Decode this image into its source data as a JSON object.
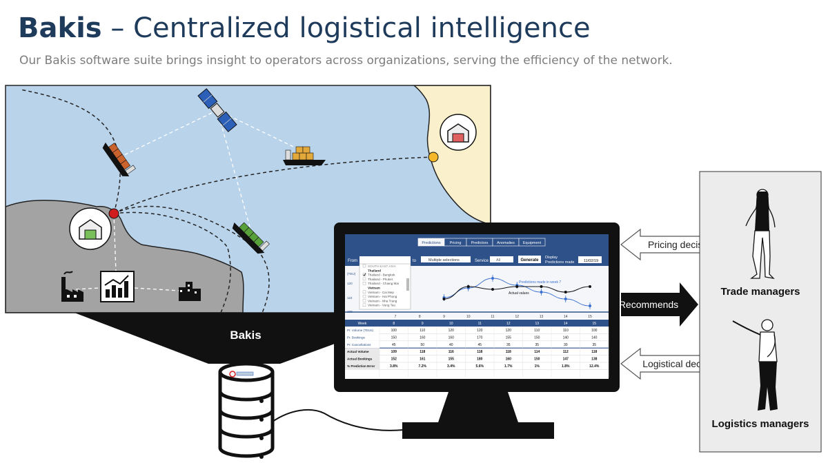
{
  "header": {
    "title_bold": "Bakis",
    "title_rest": " – Centralized logistical intelligence",
    "subtitle": "Our Bakis software suite brings insight to operators across organizations, serving the efficiency of the network."
  },
  "map": {
    "label": "Bakis"
  },
  "screen": {
    "tabs": [
      "Predictions",
      "Pricing",
      "Predictors",
      "Anomalies",
      "Equipment"
    ],
    "controls": {
      "from_label": "From",
      "to_label": "to",
      "to_value": "Multiple selections",
      "service_label": "Service",
      "service_value": "All",
      "generate_label": "Generate",
      "display_label_1": "Display",
      "display_label_2": "Predictions made",
      "date_value": "11/02/19"
    },
    "region_list": [
      {
        "text": "SOUTH EAST ASIA",
        "kind": "group"
      },
      {
        "text": "Thailand",
        "kind": "country"
      },
      {
        "text": "Thailand - Bangkok",
        "kind": "checked"
      },
      {
        "text": "Thailand - Phuket",
        "kind": "item"
      },
      {
        "text": "Thailand - Chiang Mai",
        "kind": "item"
      },
      {
        "text": "Vietnam",
        "kind": "country"
      },
      {
        "text": "Vietnam - Cai Mep",
        "kind": "item"
      },
      {
        "text": "Vietnam - Hai Phong",
        "kind": "item"
      },
      {
        "text": "Vietnam - Nha Trang",
        "kind": "item"
      },
      {
        "text": "Vietnam - Vung Tau",
        "kind": "item"
      }
    ],
    "chart_data": {
      "type": "line",
      "x": [
        7,
        8,
        9,
        10,
        11,
        12,
        13,
        14,
        15
      ],
      "y_ticks": [
        "(TEU)",
        "120",
        "110",
        "100"
      ],
      "series": [
        {
          "name": "Predictions made in week 7",
          "color": "#3a6fd0",
          "values": [
            null,
            null,
            110,
            117,
            124,
            119,
            114,
            109,
            104
          ]
        },
        {
          "name": "Actual values",
          "color": "#111111",
          "values": [
            null,
            null,
            109,
            118,
            116,
            118,
            118,
            114,
            118
          ]
        }
      ],
      "ylim": [
        100,
        130
      ]
    },
    "table": {
      "header": [
        "Week",
        "8",
        "9",
        "10",
        "11",
        "12",
        "13",
        "14",
        "15"
      ],
      "rows": [
        {
          "label": "Pr. Volume (TEUs)",
          "values": [
            "100",
            "110",
            "120",
            "120",
            "120",
            "110",
            "110",
            "100"
          ],
          "bold": false
        },
        {
          "label": "Pr. Bookings",
          "values": [
            "150",
            "160",
            "160",
            "170",
            "155",
            "150",
            "140",
            "140"
          ],
          "bold": false
        },
        {
          "label": "Pr. Cancellations",
          "values": [
            "45",
            "50",
            "40",
            "45",
            "35",
            "35",
            "30",
            "35"
          ],
          "bold": false
        },
        {
          "label": "Actual Volume",
          "values": [
            "109",
            "118",
            "116",
            "118",
            "118",
            "114",
            "112",
            "118"
          ],
          "bold": true
        },
        {
          "label": "Actual Bookings",
          "values": [
            "152",
            "161",
            "155",
            "180",
            "160",
            "150",
            "147",
            "138"
          ],
          "bold": true
        },
        {
          "label": "% Prediction Error",
          "values": [
            "3.8%",
            "7.2%",
            "3.4%",
            "5.6%",
            "1.7%",
            "1%",
            "1.8%",
            "12.4%"
          ],
          "bold": true
        }
      ]
    }
  },
  "arrows": {
    "pricing": "Pricing decision",
    "recommends": "Recommends",
    "logistical": "Logistical decision"
  },
  "people": {
    "trade": "Trade managers",
    "logistics": "Logistics managers"
  },
  "icons": [
    "satellite-icon",
    "cargo-ship-icon",
    "warehouse-icon",
    "factory-icon",
    "chart-icon",
    "city-icon",
    "database-icon"
  ]
}
